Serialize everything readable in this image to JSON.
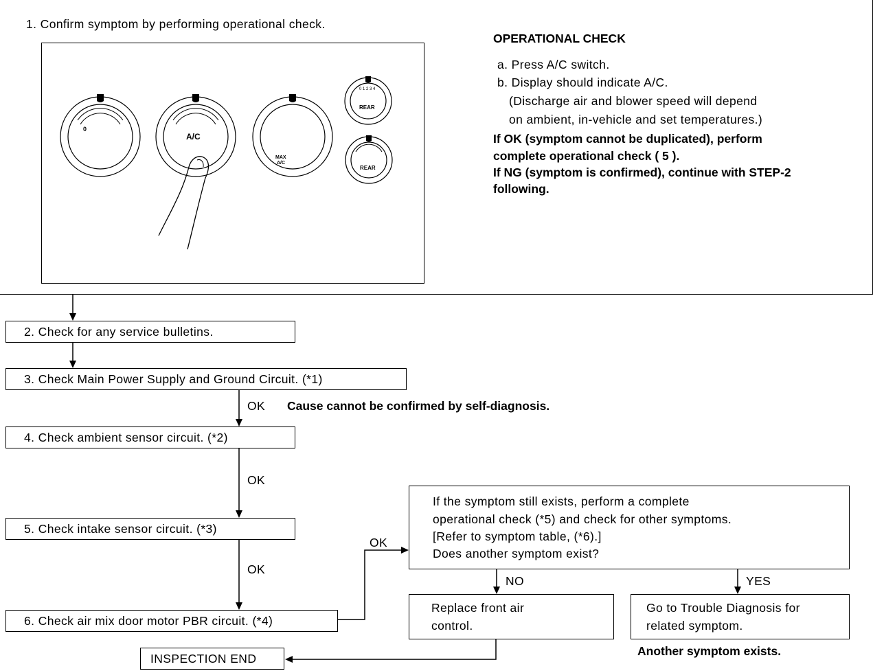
{
  "step1": {
    "label": "1. Confirm symptom by performing operational check.",
    "panel": {
      "dial_left_zero": "0",
      "dial_ac_label": "A/C",
      "dial_mode_max": "MAX",
      "dial_mode_ac": "A/C",
      "rear_upper_scale": "0 1 2 3 4",
      "rear_upper_label": "REAR",
      "rear_lower_label": "REAR"
    },
    "operational_check": {
      "heading": "OPERATIONAL CHECK",
      "item_a": "a. Press A/C switch.",
      "item_b": "b. Display should indicate A/C.",
      "note_1": "(Discharge air and blower speed will depend",
      "note_2": "on ambient, in-vehicle and set temperatures.)",
      "ok_1": "If OK (symptom cannot be duplicated), perform",
      "ok_2": "complete operational check ( 5 ).",
      "ng_1": "If NG (symptom is confirmed), continue with STEP-2",
      "ng_2": "following."
    }
  },
  "steps": {
    "s2": "2. Check for any service bulletins.",
    "s3": "3. Check Main Power Supply and Ground Circuit. (*1)",
    "s4": "4. Check ambient sensor circuit. (*2)",
    "s5": "5. Check intake sensor circuit. (*3)",
    "s6": "6. Check air mix door motor PBR circuit. (*4)",
    "end": "INSPECTION END"
  },
  "labels": {
    "ok_3_4": "OK",
    "cause_note": "Cause cannot be confirmed by self-diagnosis.",
    "ok_4_5": "OK",
    "ok_5_6": "OK",
    "ok_6_q": "OK",
    "no": "NO",
    "yes": "YES",
    "another": "Another symptom exists."
  },
  "question": {
    "line1": "If the symptom still exists, perform a complete",
    "line2": "operational check (*5) and check for other symptoms.",
    "line3": "[Refer to symptom table, (*6).]",
    "line4": "Does another symptom exist?"
  },
  "replace": {
    "line1": "Replace front air",
    "line2": "control."
  },
  "goto": {
    "line1": "Go to Trouble Diagnosis for",
    "line2": "related symptom."
  }
}
